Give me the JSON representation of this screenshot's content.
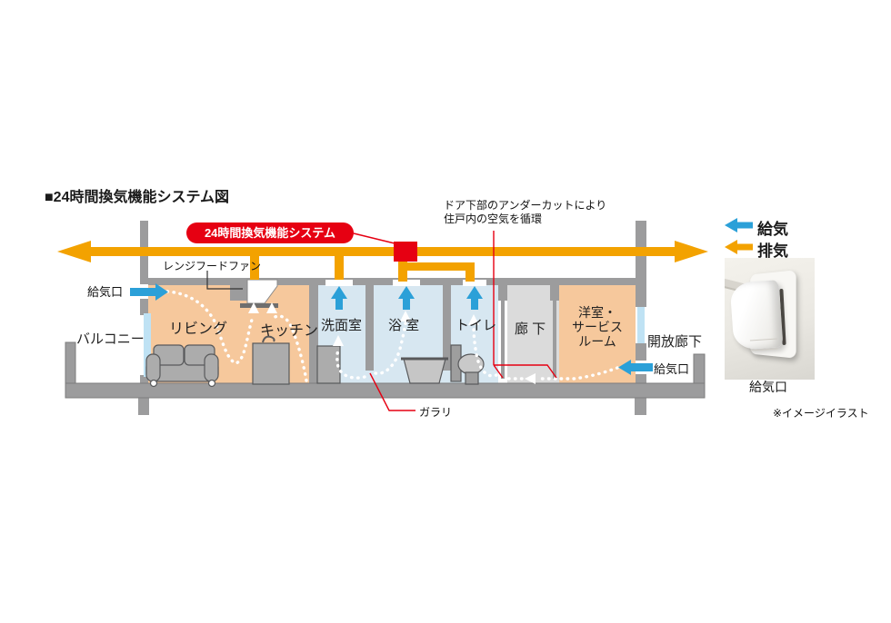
{
  "title": "■24時間換気機能システム図",
  "system_badge": "24時間換気機能システム",
  "legend": {
    "supply": "給気",
    "exhaust": "排気"
  },
  "rooms": {
    "balcony": "バルコニー",
    "living": "リビング",
    "kitchen": "キッチン",
    "washroom": "洗面室",
    "bathroom": "浴 室",
    "toilet": "トイレ",
    "hallway": "廊 下",
    "western_room_line1": "洋室・",
    "western_room_line2": "サービス",
    "western_room_line3": "ルーム",
    "open_corridor": "開放廊下"
  },
  "annotations": {
    "range_hood_fan": "レンジフードファン",
    "undercut_line1": "ドア下部のアンダーカットにより",
    "undercut_line2": "住戸内の空気を循環",
    "louver": "ガラリ",
    "supply_port_left": "給気口",
    "supply_port_right": "給気口",
    "photo_caption": "給気口",
    "image_note": "※イメージイラスト"
  },
  "colors": {
    "exhaust_orange": "#F3A200",
    "supply_blue": "#2BA0D8",
    "system_red": "#E60012",
    "room_warm": "#F6C89C",
    "room_wet": "#D7E7F1",
    "corridor_gray": "#DBDBDB",
    "structure_gray": "#9C9C9D",
    "window_blue": "#BFE2F4"
  }
}
